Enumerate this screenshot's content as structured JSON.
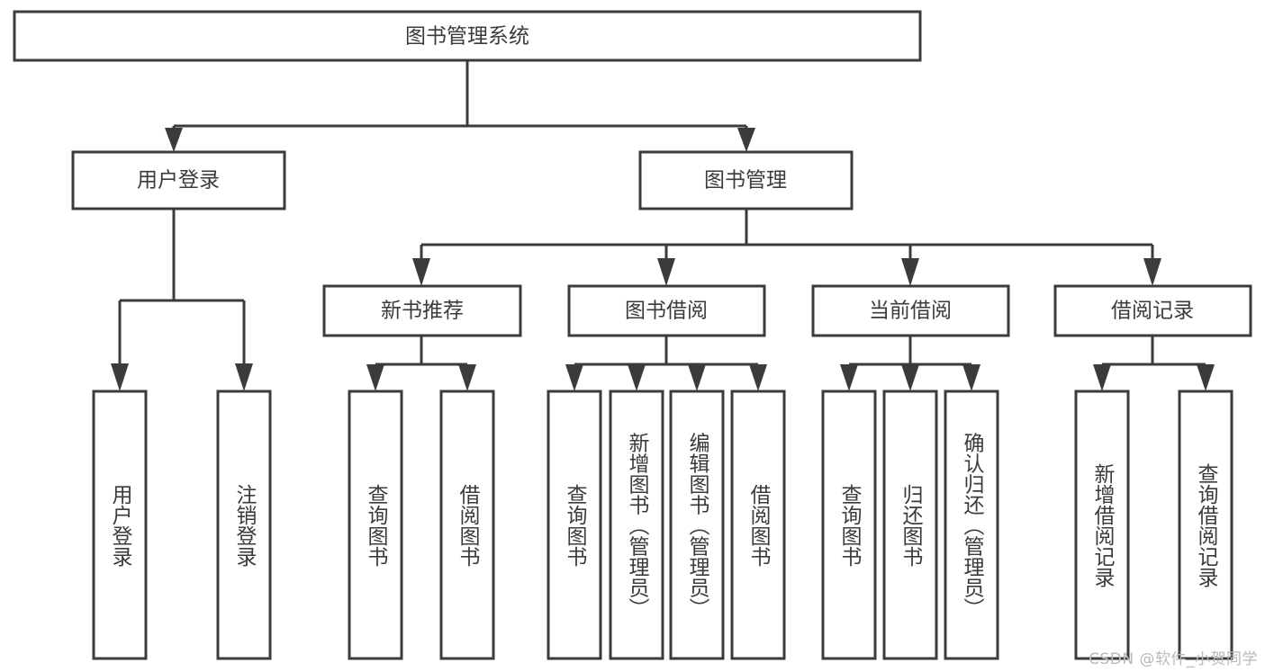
{
  "diagram": {
    "type": "tree",
    "title": "图书管理系统",
    "watermark": "CSDN @软件_小贺同学",
    "colors": {
      "stroke": "#3b3b3b",
      "fill": "#ffffff",
      "background": "#ffffff",
      "watermark": "#b9b9b9"
    },
    "root": {
      "label": "图书管理系统"
    },
    "level2": [
      {
        "id": "user-login",
        "label": "用户登录"
      },
      {
        "id": "book-manage",
        "label": "图书管理"
      }
    ],
    "level3": [
      {
        "id": "new-book-rec",
        "label": "新书推荐",
        "parent": "book-manage"
      },
      {
        "id": "book-borrow",
        "label": "图书借阅",
        "parent": "book-manage"
      },
      {
        "id": "current-borrow",
        "label": "当前借阅",
        "parent": "book-manage"
      },
      {
        "id": "borrow-record",
        "label": "借阅记录",
        "parent": "book-manage"
      }
    ],
    "leaves": [
      {
        "id": "leaf-user-login",
        "label": "用户登录",
        "parent": "user-login"
      },
      {
        "id": "leaf-user-logout",
        "label": "注销登录",
        "parent": "user-login"
      },
      {
        "id": "leaf-query-book-1",
        "label": "查询图书",
        "parent": "new-book-rec"
      },
      {
        "id": "leaf-borrow-book-1",
        "label": "借阅图书",
        "parent": "new-book-rec"
      },
      {
        "id": "leaf-query-book-2",
        "label": "查询图书",
        "parent": "book-borrow"
      },
      {
        "id": "leaf-add-book",
        "label": "新增图书（管理员）",
        "parent": "book-borrow"
      },
      {
        "id": "leaf-edit-book",
        "label": "编辑图书（管理员）",
        "parent": "book-borrow"
      },
      {
        "id": "leaf-borrow-book-2",
        "label": "借阅图书",
        "parent": "book-borrow"
      },
      {
        "id": "leaf-query-book-3",
        "label": "查询图书",
        "parent": "current-borrow"
      },
      {
        "id": "leaf-return-book",
        "label": "归还图书",
        "parent": "current-borrow"
      },
      {
        "id": "leaf-confirm-return",
        "label": "确认归还（管理员）",
        "parent": "current-borrow"
      },
      {
        "id": "leaf-add-record",
        "label": "新增借阅记录",
        "parent": "borrow-record"
      },
      {
        "id": "leaf-query-record",
        "label": "查询借阅记录",
        "parent": "borrow-record"
      }
    ]
  }
}
